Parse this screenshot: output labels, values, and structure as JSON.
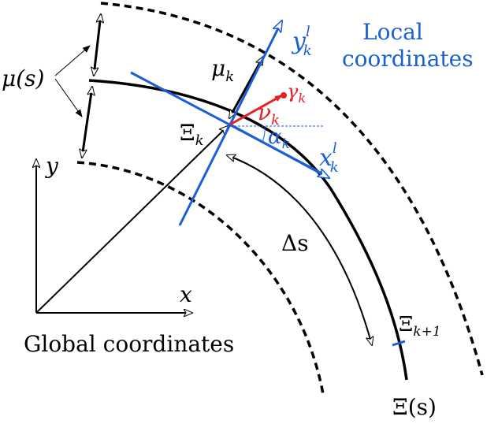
{
  "labels": {
    "mu_s": "μ(s)",
    "mu_k": "μ",
    "mu_k_sub": "k",
    "y_k_l": "y",
    "y_k_l_sub": "k",
    "y_k_l_sup": "l",
    "local_title_1": "Local",
    "local_title_2": "coordinates",
    "gamma_k": "γ",
    "gamma_k_sub": "k",
    "nu_k": "ν",
    "nu_k_sub": "k",
    "xi_k": "Ξ",
    "xi_k_sub": "k",
    "alpha_k": "α",
    "alpha_k_sub": "k",
    "x_k_l": "x",
    "x_k_l_sub": "k",
    "x_k_l_sup": "l",
    "y_axis": "y",
    "x_axis": "x",
    "delta_s": "Δs",
    "xi_k1": "Ξ",
    "xi_k1_sub": "k+1",
    "global_title": "Global coordinates",
    "xi_s": "Ξ(s)"
  },
  "colors": {
    "local_frame": "#1a5fd6",
    "error_vector": "#e8202a",
    "curve": "#000000"
  }
}
